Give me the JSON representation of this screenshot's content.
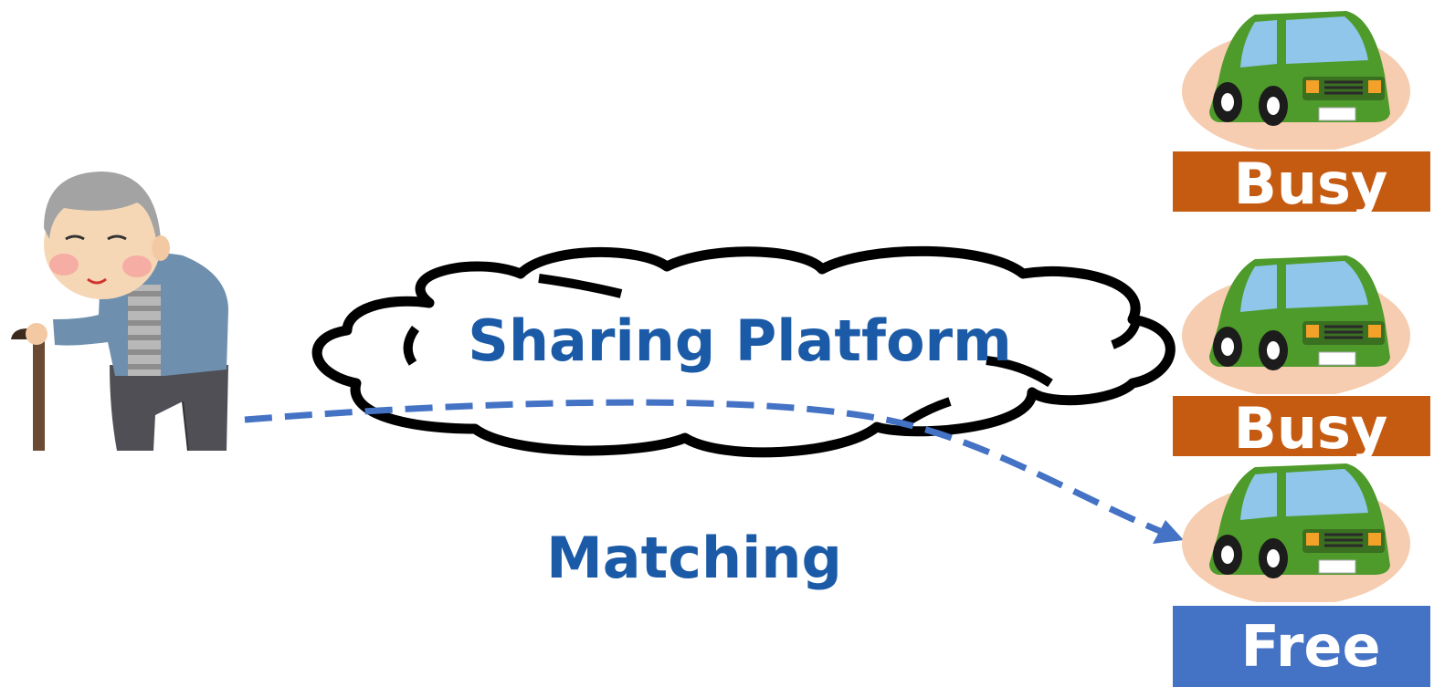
{
  "cloud": {
    "label": "Sharing Platform",
    "icon": "cloud-icon"
  },
  "arrow": {
    "label": "Matching",
    "icon": "dashed-arrow-icon"
  },
  "user": {
    "icon": "elderly-person-with-cane-icon"
  },
  "vehicles": [
    {
      "status": "Busy",
      "icon": "green-car-icon"
    },
    {
      "status": "Busy",
      "icon": "green-car-icon"
    },
    {
      "status": "Free",
      "icon": "green-car-icon"
    }
  ],
  "colors": {
    "text_blue": "#1b5aa6",
    "arrow_blue": "#4472c4",
    "busy": "#c55a11",
    "free": "#4472c4",
    "car_green": "#4e9a2b",
    "car_halo": "#f6cdb0",
    "cloud_stroke": "#000000"
  }
}
